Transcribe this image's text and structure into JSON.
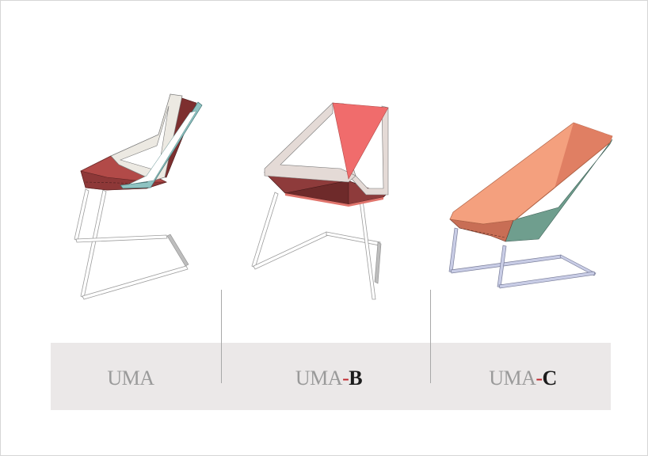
{
  "figure": {
    "background": "#ffffff",
    "band_color": "#ebe8e8",
    "divider_color": "#a8a8a8"
  },
  "models": [
    {
      "name": "UMA",
      "base": "UMA",
      "dash": "",
      "suffix": "",
      "colors": {
        "seat": "#b24a48",
        "seat_dark": "#7d2f2f",
        "frame": "#ece9e2",
        "arm": "#8fc3c2",
        "base_frame": "#ffffff"
      }
    },
    {
      "name": "UMA-B",
      "base": "UMA",
      "dash": "-",
      "suffix": "B",
      "colors": {
        "back": "#f06c6c",
        "seat": "#8e3b3b",
        "seat_dark": "#6e2a2a",
        "frame": "#e4dad6",
        "base_frame": "#ffffff"
      }
    },
    {
      "name": "UMA-C",
      "base": "UMA",
      "dash": "-",
      "suffix": "C",
      "colors": {
        "shell": "#f4a07e",
        "shell_shade": "#e07f63",
        "side": "#6f9e8e",
        "base_frame": "#c9cde6"
      }
    }
  ],
  "label_colors": {
    "base": "#9a9a9a",
    "dash": "#c0272d",
    "suffix": "#1c1c1c"
  }
}
